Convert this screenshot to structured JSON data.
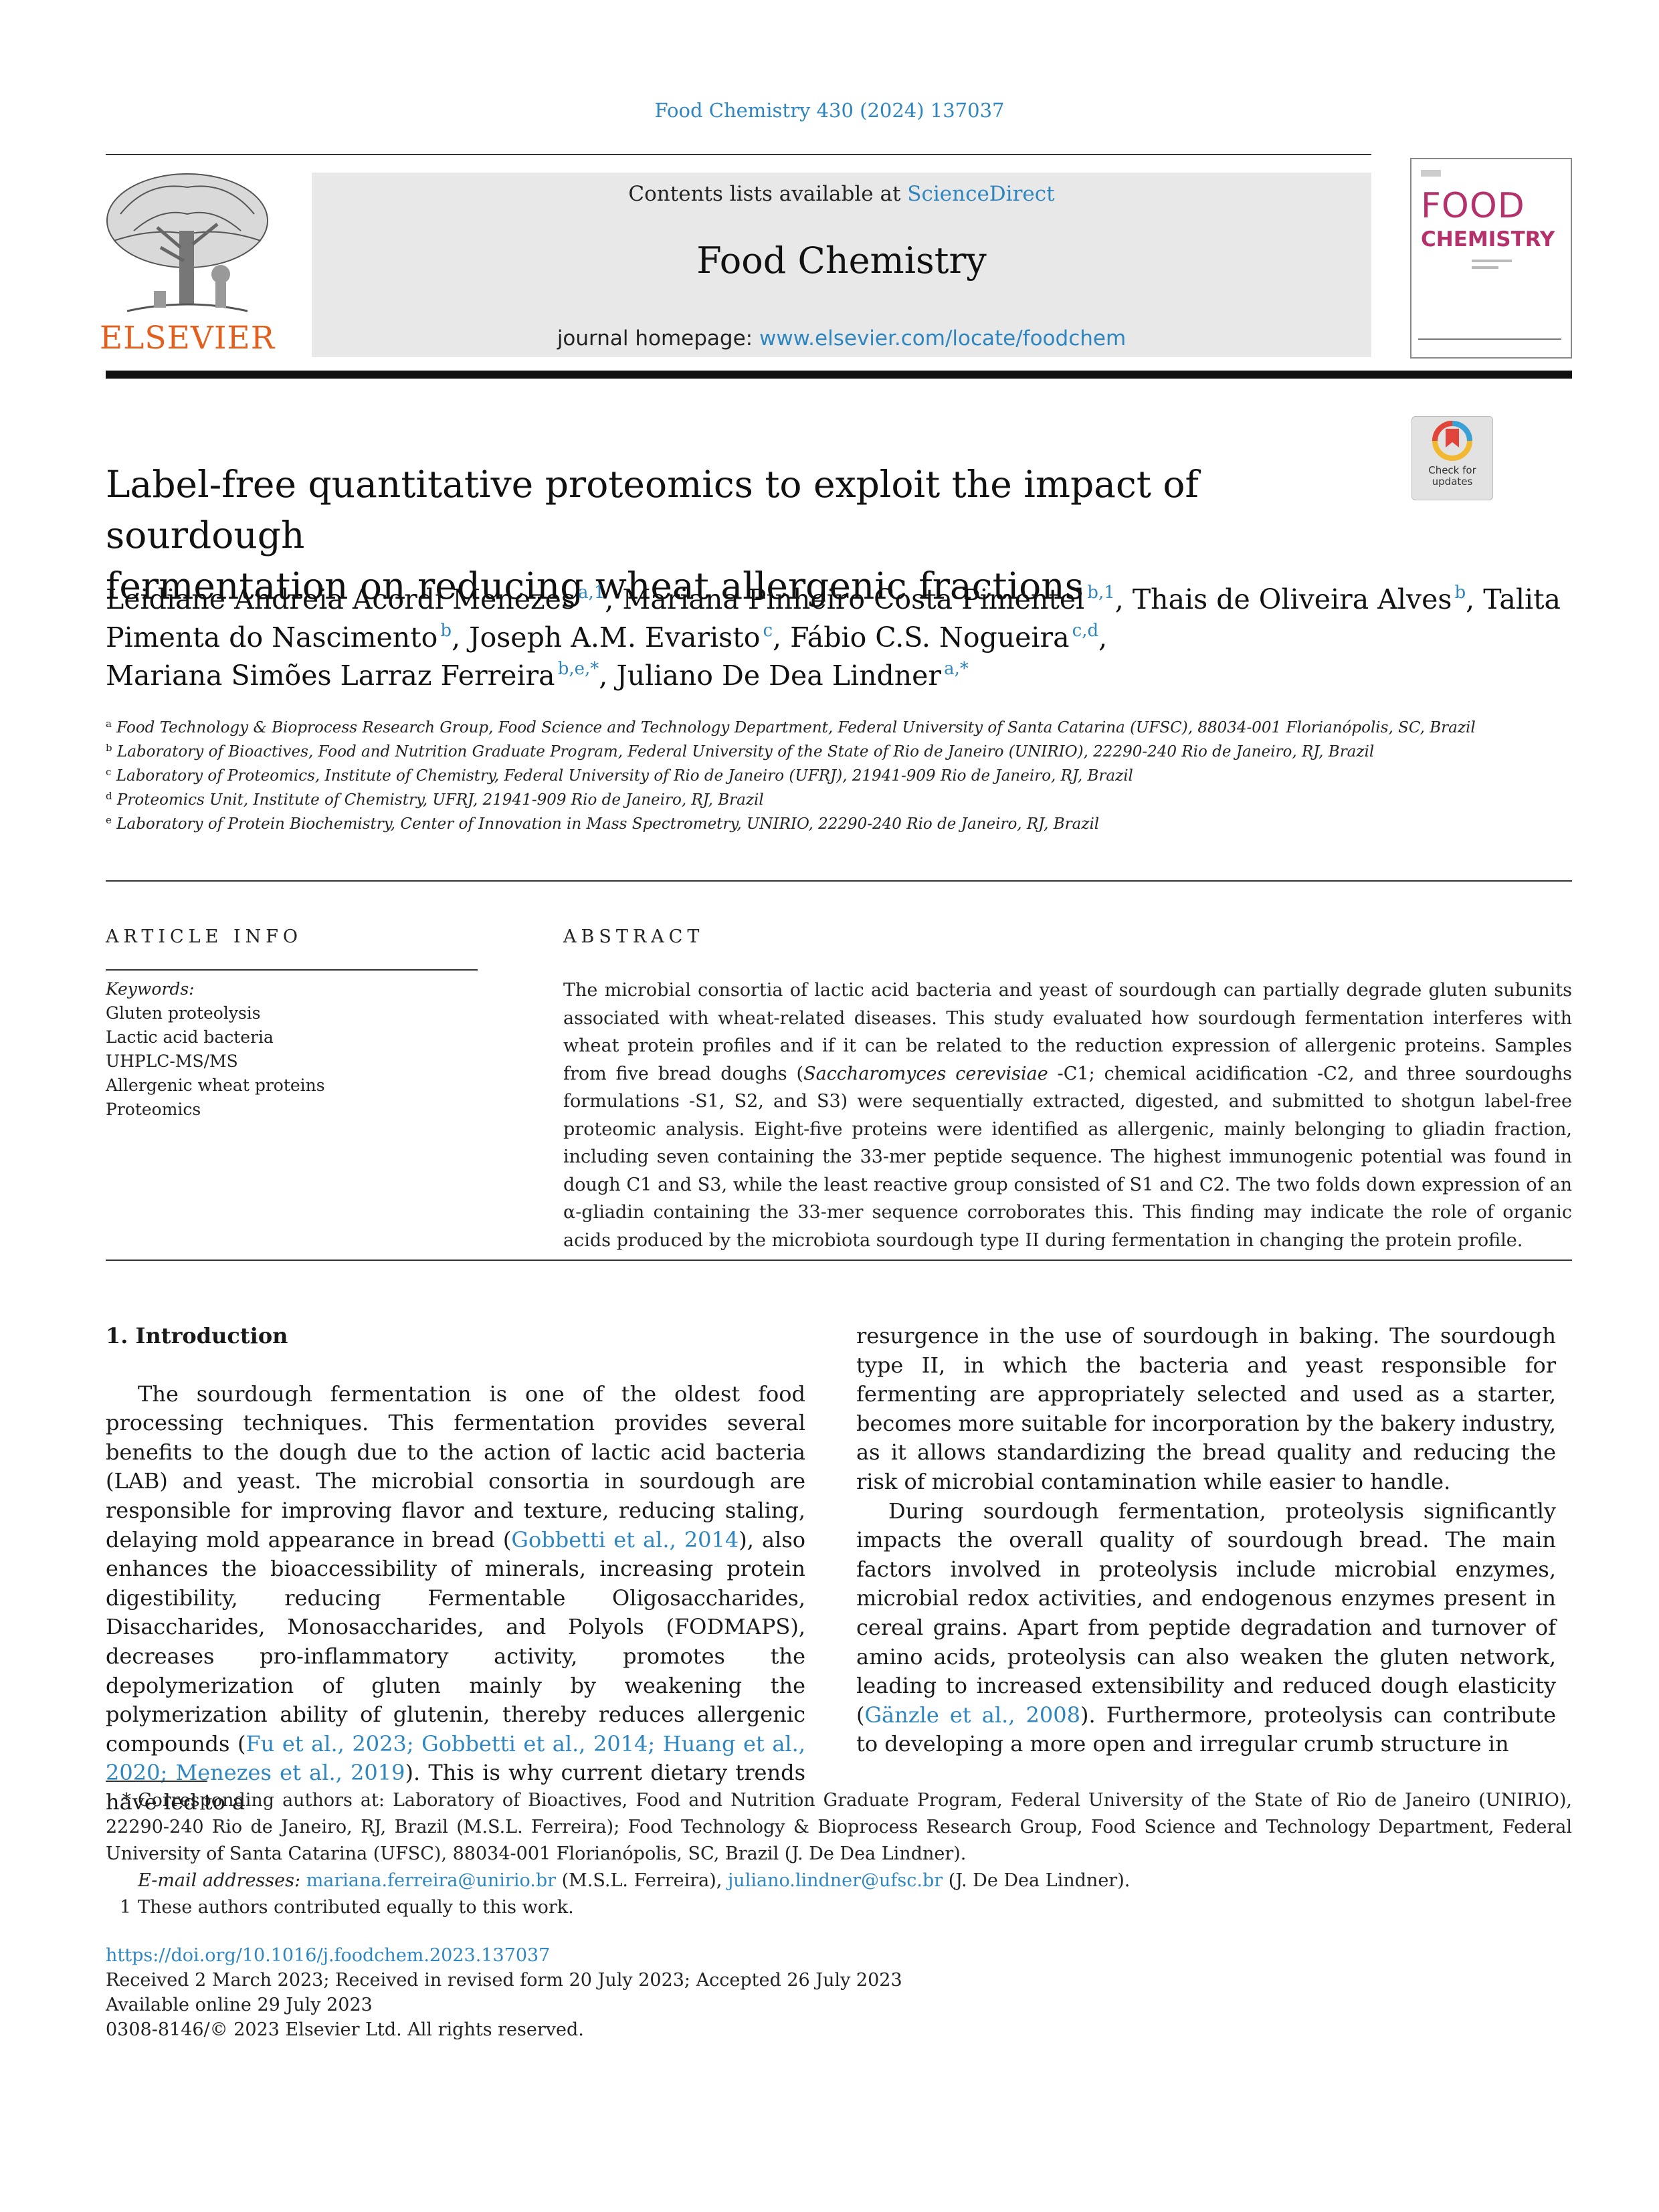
{
  "journal_ref": "Food Chemistry 430 (2024) 137037",
  "header": {
    "contents_prefix": "Contents lists available at ",
    "contents_link": "ScienceDirect",
    "journal_name": "Food Chemistry",
    "homepage_prefix": "journal homepage: ",
    "homepage_link": "www.elsevier.com/locate/foodchem",
    "publisher_logo_text": "ELSEVIER",
    "cover_line1": "FOOD",
    "cover_line2": "CHEMISTRY",
    "crossmark_line1": "Check for",
    "crossmark_line2": "updates"
  },
  "title_line1": "Label-free quantitative proteomics to exploit the impact of sourdough",
  "title_line2": "fermentation on reducing wheat allergenic fractions",
  "authors": [
    {
      "name": "Leidiane Andreia Acordi Menezes",
      "aff": "a,1"
    },
    {
      "name": "Mariana Pinheiro Costa Pimentel",
      "aff": "b,1"
    },
    {
      "name": "Thais de Oliveira Alves",
      "aff": "b"
    },
    {
      "name": "Talita Pimenta do Nascimento",
      "aff": "b"
    },
    {
      "name": "Joseph A.M. Evaristo",
      "aff": "c"
    },
    {
      "name": "Fábio C.S. Nogueira",
      "aff": "c,d"
    },
    {
      "name": "Mariana Simões Larraz Ferreira",
      "aff": "b,e,*"
    },
    {
      "name": "Juliano De Dea Lindner",
      "aff": "a,*"
    }
  ],
  "affiliations": [
    {
      "key": "a",
      "text": "Food Technology & Bioprocess Research Group, Food Science and Technology Department, Federal University of Santa Catarina (UFSC), 88034-001 Florianópolis, SC, Brazil"
    },
    {
      "key": "b",
      "text": "Laboratory of Bioactives, Food and Nutrition Graduate Program, Federal University of the State of Rio de Janeiro (UNIRIO), 22290-240 Rio de Janeiro, RJ, Brazil"
    },
    {
      "key": "c",
      "text": "Laboratory of Proteomics, Institute of Chemistry, Federal University of Rio de Janeiro (UFRJ), 21941-909 Rio de Janeiro, RJ, Brazil"
    },
    {
      "key": "d",
      "text": "Proteomics Unit, Institute of Chemistry, UFRJ, 21941-909 Rio de Janeiro, RJ, Brazil"
    },
    {
      "key": "e",
      "text": "Laboratory of Protein Biochemistry, Center of Innovation in Mass Spectrometry, UNIRIO, 22290-240 Rio de Janeiro, RJ, Brazil"
    }
  ],
  "article_info": {
    "heading": "ARTICLE INFO",
    "keywords_label": "Keywords:",
    "keywords": [
      "Gluten proteolysis",
      "Lactic acid bacteria",
      "UHPLC-MS/MS",
      "Allergenic wheat proteins",
      "Proteomics"
    ]
  },
  "abstract": {
    "heading": "ABSTRACT",
    "text_part1": "The microbial consortia of lactic acid bacteria and yeast of sourdough can partially degrade gluten subunits associated with wheat-related diseases. This study evaluated how sourdough fermentation interferes with wheat protein profiles and if it can be related to the reduction expression of allergenic proteins. Samples from five bread doughs (",
    "species": "Saccharomyces cerevisiae",
    "text_part2": " -C1; chemical acidification -C2, and three sourdoughs formulations -S1, S2, and S3) were sequentially extracted, digested, and submitted to shotgun label-free proteomic analysis. Eight-five proteins were identified as allergenic, mainly belonging to gliadin fraction, including seven containing the 33-mer peptide sequence. The highest immunogenic potential was found in dough C1 and S3, while the least reactive group consisted of S1 and C2. The two folds down expression of an α-gliadin containing the 33-mer sequence corroborates this. This finding may indicate the role of organic acids produced by the microbiota sourdough type II during fermentation in changing the protein profile."
  },
  "intro": {
    "heading": "1.  Introduction",
    "p1_a": "The sourdough fermentation is one of the oldest food processing techniques. This fermentation provides several benefits to the dough due to the action of lactic acid bacteria (LAB) and yeast. The microbial consortia in sourdough are responsible for improving flavor and texture, reducing staling, delaying mold appearance in bread (",
    "p1_ref1": "Gobbetti et al., 2014",
    "p1_b": "), also enhances the bioaccessibility of minerals, increasing protein digestibility, reducing Fermentable Oligosaccharides, Disaccharides, Monosaccharides, and Polyols (FODMAPS), decreases pro-inflammatory activity, promotes the depolymerization of gluten mainly by weakening the polymerization ability of glutenin, thereby reduces allergenic compounds (",
    "p1_ref2": "Fu et al., 2023; Gobbetti et al., 2014; Huang et al., 2020; Menezes et al., 2019",
    "p1_c": "). This is why current dietary trends have led to a resurgence in the use of sourdough in baking. The sourdough type II, in which the bacteria and yeast responsible for fermenting are appropriately selected and used as a starter, becomes more suitable for incorporation by the bakery industry, as it allows standardizing the bread quality and reducing the risk of microbial contamination while easier to handle.",
    "p2_a": "During sourdough fermentation, proteolysis significantly impacts the overall quality of sourdough bread. The main factors involved in proteolysis include microbial enzymes, microbial redox activities, and endogenous enzymes present in cereal grains. Apart from peptide degradation and turnover of amino acids, proteolysis can also weaken the gluten network, leading to increased extensibility and reduced dough elasticity (",
    "p2_ref": "Gänzle et al., 2008",
    "p2_b": "). Furthermore, proteolysis can contribute to developing a more open and irregular crumb structure in"
  },
  "footnotes": {
    "corresponding_mark": "*",
    "corresponding": "Corresponding authors at: Laboratory of Bioactives, Food and Nutrition Graduate Program, Federal University of the State of Rio de Janeiro (UNIRIO), 22290-240 Rio de Janeiro, RJ, Brazil (M.S.L. Ferreira); Food Technology & Bioprocess Research Group, Food Science and Technology Department, Federal University of Santa Catarina (UFSC), 88034-001 Florianópolis, SC, Brazil (J. De Dea Lindner).",
    "email_label": "E-mail addresses:",
    "email1": "mariana.ferreira@unirio.br",
    "email1_who": " (M.S.L. Ferreira), ",
    "email2": "juliano.lindner@ufsc.br",
    "email2_who": " (J. De Dea Lindner).",
    "equal_mark": "1",
    "equal": "These authors contributed equally to this work."
  },
  "pubinfo": {
    "doi": "https://doi.org/10.1016/j.foodchem.2023.137037",
    "dates": "Received 2 March 2023; Received in revised form 20 July 2023; Accepted 26 July 2023",
    "online": "Available online 29 July 2023",
    "copyright": "0308-8146/© 2023 Elsevier Ltd. All rights reserved."
  },
  "colors": {
    "link": "#2e86c1",
    "elsevier_orange": "#e25f1d",
    "cover_magenta": "#b5316b"
  }
}
